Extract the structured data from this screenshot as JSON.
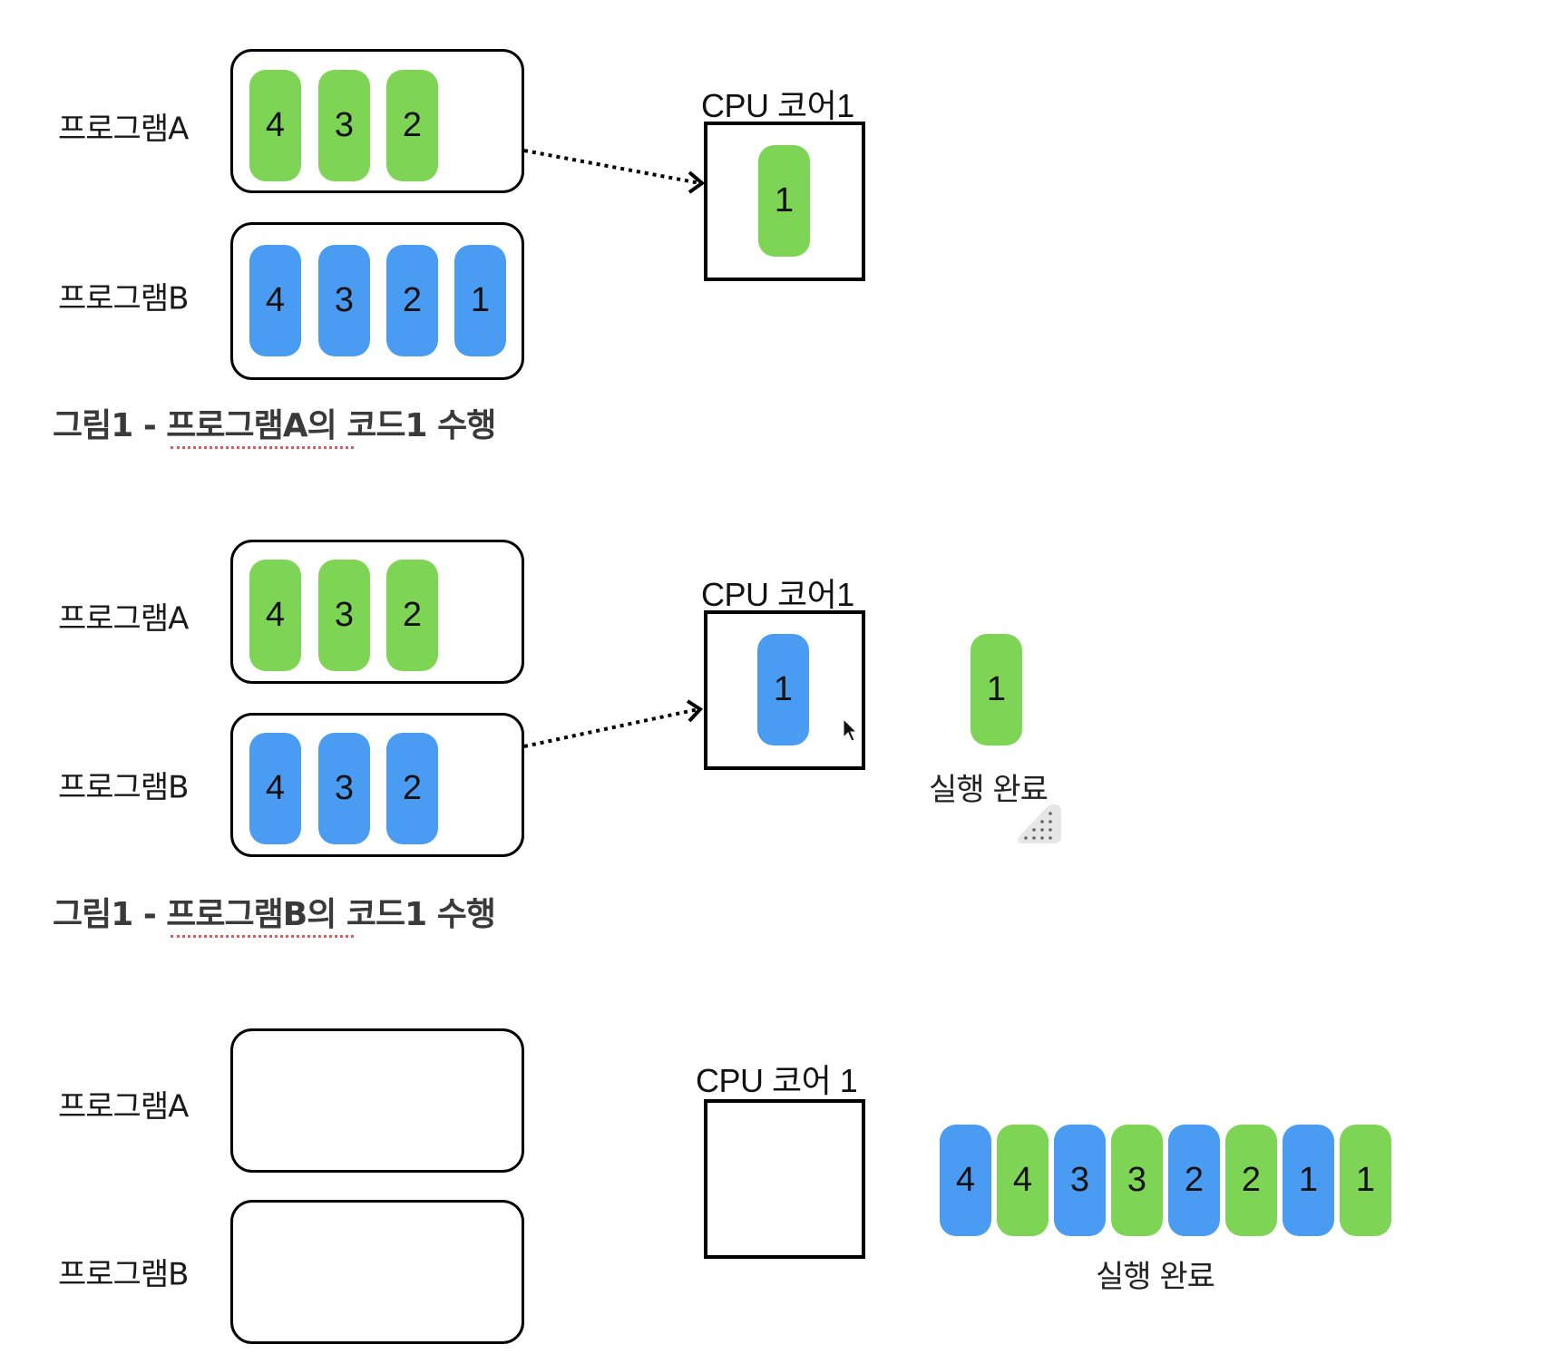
{
  "colors": {
    "program_a": "#7ed455",
    "program_b": "#4a9cf2",
    "caption_underline": "#e35a5a"
  },
  "panels": [
    {
      "program_a": {
        "label": "프로그램A",
        "codes": [
          "4",
          "3",
          "2"
        ]
      },
      "program_b": {
        "label": "프로그램B",
        "codes": [
          "4",
          "3",
          "2",
          "1"
        ]
      },
      "cpu": {
        "label": "CPU 코어1",
        "running": {
          "code": "1",
          "program": "A"
        }
      },
      "arrow_from": "program_a",
      "caption": "그림1 - 프로그램A의 코드1 수행",
      "caption_underlined": "프로그램A"
    },
    {
      "program_a": {
        "label": "프로그램A",
        "codes": [
          "4",
          "3",
          "2"
        ]
      },
      "program_b": {
        "label": "프로그램B",
        "codes": [
          "4",
          "3",
          "2"
        ]
      },
      "cpu": {
        "label": "CPU 코어1",
        "running": {
          "code": "1",
          "program": "B"
        }
      },
      "arrow_from": "program_b",
      "completed": {
        "label": "실행 완료",
        "codes": [
          {
            "code": "1",
            "program": "A"
          }
        ]
      },
      "caption": "그림1 - 프로그램B의 코드1 수행",
      "caption_underlined": "프로그램B"
    },
    {
      "program_a": {
        "label": "프로그램A",
        "codes": []
      },
      "program_b": {
        "label": "프로그램B",
        "codes": []
      },
      "cpu": {
        "label": "CPU 코어 1",
        "running": null
      },
      "completed": {
        "label": "실행 완료",
        "codes": [
          {
            "code": "4",
            "program": "B"
          },
          {
            "code": "4",
            "program": "A"
          },
          {
            "code": "3",
            "program": "B"
          },
          {
            "code": "3",
            "program": "A"
          },
          {
            "code": "2",
            "program": "B"
          },
          {
            "code": "2",
            "program": "A"
          },
          {
            "code": "1",
            "program": "B"
          },
          {
            "code": "1",
            "program": "A"
          }
        ]
      }
    }
  ],
  "overlays": {
    "mouse_cursor": "arrow-cursor-icon",
    "resize_handle": "resize-grip-icon"
  }
}
